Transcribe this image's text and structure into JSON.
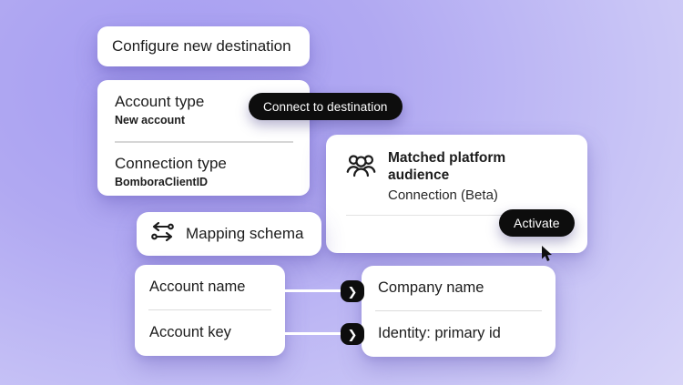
{
  "colors": {
    "pill_bg": "#0d0d0d",
    "pill_text": "#ffffff",
    "card_bg": "#ffffff",
    "text": "#1c1c1c",
    "background_top": "#a59cf1",
    "background_bottom": "#dedbf9"
  },
  "configure_card": {
    "title": "Configure new destination"
  },
  "account_card": {
    "sections": [
      {
        "label": "Account type",
        "value": "New account"
      },
      {
        "label": "Connection type",
        "value": "BomboraClientID"
      }
    ]
  },
  "connect_button": {
    "label": "Connect to destination"
  },
  "audience_card": {
    "icon": "user-group-icon",
    "title": "Matched platform audience",
    "subtitle": "Connection (Beta)",
    "activate_label": "Activate"
  },
  "mapping_card": {
    "icon": "swap-arrows-icon",
    "label": "Mapping schema"
  },
  "source_card": {
    "fields": [
      "Account name",
      "Account key"
    ]
  },
  "target_card": {
    "fields": [
      "Company name",
      "Identity: primary id"
    ]
  },
  "connectors": {
    "chevron_glyph": "❯"
  }
}
